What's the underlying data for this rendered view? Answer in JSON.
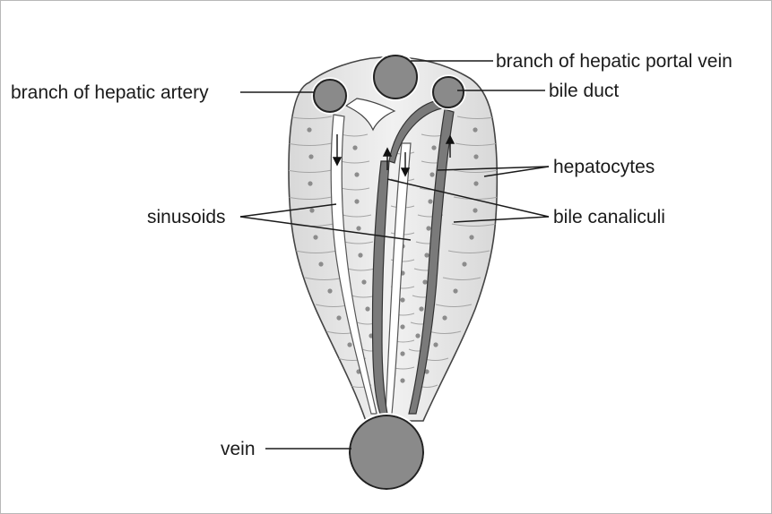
{
  "labels": {
    "portal_vein": "branch of hepatic portal vein",
    "hepatic_artery": "branch of hepatic artery",
    "bile_duct": "bile duct",
    "hepatocytes": "hepatocytes",
    "sinusoids": "sinusoids",
    "bile_canaliculi": "bile canaliculi",
    "vein": "vein"
  },
  "colors": {
    "vessel_fill": "#8a8a8a",
    "vessel_outline": "#222222",
    "cell_fill": "#e6e6e6",
    "cell_line": "#9a9a9a",
    "nucleus": "#8c8c8c",
    "canaliculus": "#7a7a7a",
    "sinusoid": "#ffffff"
  }
}
